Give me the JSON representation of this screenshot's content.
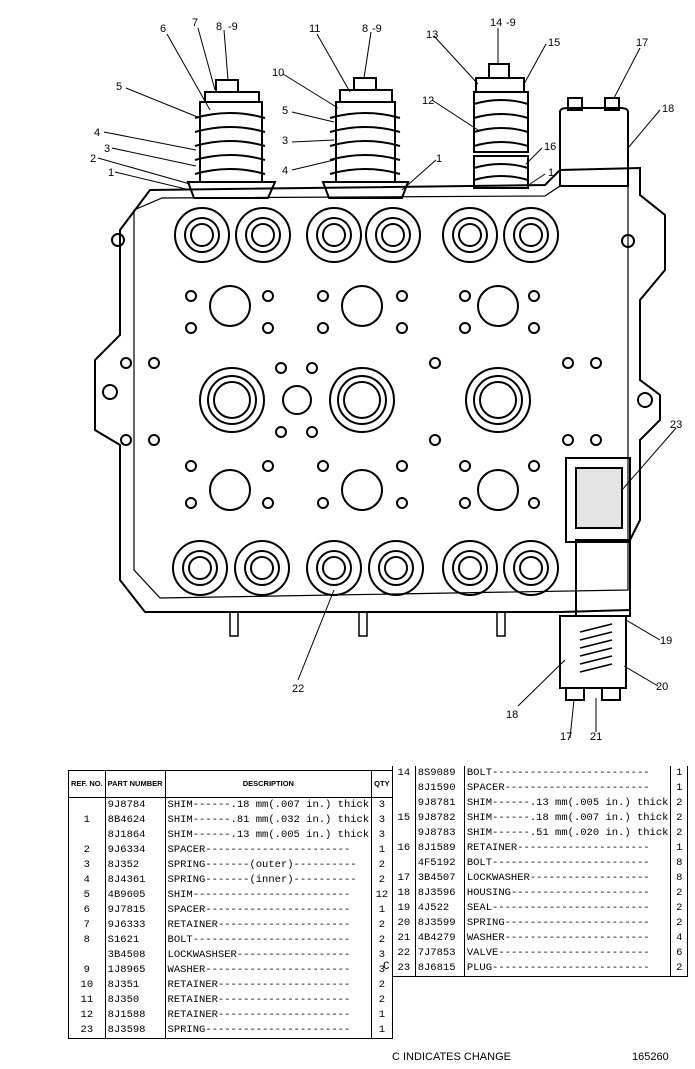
{
  "callouts": {
    "c14": "14",
    "c14b": "-9",
    "c13": "13",
    "c15": "15",
    "c17a": "17",
    "c18a": "18",
    "c12": "12",
    "c16": "16",
    "c1r": "1",
    "c7": "7",
    "c6": "6",
    "c8a": "8",
    "c9a": "-9",
    "c5a": "5",
    "c4a": "4",
    "c3a": "3",
    "c2a": "2",
    "c1a": "1",
    "c11": "11",
    "c8b": "8",
    "c9b": "-9",
    "c10": "10",
    "c5b": "5",
    "c3b": "3",
    "c4b": "4",
    "c1b": "1",
    "c23": "23",
    "c19": "19",
    "c20": "20",
    "c18b": "18",
    "c17b": "17",
    "c21": "21",
    "c22": "22"
  },
  "left_table": {
    "headers": {
      "ref": "REF. NO.",
      "part": "PART NUMBER",
      "desc": "DESCRIPTION",
      "qty": "QTY"
    },
    "rows": [
      {
        "ref": "",
        "part": "9J8784",
        "desc": "SHIM------.18 mm(.007 in.) thick",
        "qty": "3"
      },
      {
        "ref": "1",
        "part": "8B4624",
        "desc": "SHIM------.81 mm(.032 in.) thick",
        "qty": "3"
      },
      {
        "ref": "",
        "part": "8J1864",
        "desc": "SHIM------.13 mm(.005 in.) thick",
        "qty": "3"
      },
      {
        "ref": "2",
        "part": "9J6334",
        "desc": "SPACER-----------------------",
        "qty": "1"
      },
      {
        "ref": "3",
        "part": "8J352",
        "desc": "SPRING-------(outer)----------",
        "qty": "2"
      },
      {
        "ref": "4",
        "part": "8J4361",
        "desc": "SPRING-------(inner)----------",
        "qty": "2"
      },
      {
        "ref": "5",
        "part": "4B9605",
        "desc": "SHIM-------------------------",
        "qty": "12"
      },
      {
        "ref": "6",
        "part": "9J7815",
        "desc": "SPACER-----------------------",
        "qty": "1"
      },
      {
        "ref": "7",
        "part": "9J6333",
        "desc": "RETAINER---------------------",
        "qty": "2"
      },
      {
        "ref": "8",
        "part": "S1621",
        "desc": "BOLT-------------------------",
        "qty": "2"
      },
      {
        "ref": "",
        "part": "3B4508",
        "desc": "LOCKWASHSER------------------",
        "qty": "3"
      },
      {
        "ref": "9",
        "part": "1J8965",
        "desc": "WASHER-----------------------",
        "qty": "3"
      },
      {
        "ref": "10",
        "part": "8J351",
        "desc": "RETAINER---------------------",
        "qty": "2"
      },
      {
        "ref": "11",
        "part": "8J350",
        "desc": "RETAINER---------------------",
        "qty": "2"
      },
      {
        "ref": "12",
        "part": "8J1588",
        "desc": "RETAINER---------------------",
        "qty": "1"
      },
      {
        "ref": "23",
        "part": "8J3598",
        "desc": "SPRING-----------------------",
        "qty": "1"
      }
    ]
  },
  "right_table": {
    "rows": [
      {
        "ref": "14",
        "part": "8S9089",
        "desc": "BOLT-------------------------",
        "qty": "1"
      },
      {
        "ref": "",
        "part": "8J1590",
        "desc": "SPACER-----------------------",
        "qty": "1"
      },
      {
        "ref": "",
        "part": "9J8781",
        "desc": "SHIM------.13 mm(.005 in.) thick",
        "qty": "2"
      },
      {
        "ref": "15",
        "part": "9J8782",
        "desc": "SHIM------.18 mm(.007 in.) thick",
        "qty": "2"
      },
      {
        "ref": "",
        "part": "9J8783",
        "desc": "SHIM------.51 mm(.020 in.) thick",
        "qty": "2"
      },
      {
        "ref": "16",
        "part": "8J1589",
        "desc": "RETAINER---------------------",
        "qty": "1"
      },
      {
        "ref": "",
        "part": "4F5192",
        "desc": "BOLT-------------------------",
        "qty": "8"
      },
      {
        "ref": "17",
        "part": "3B4507",
        "desc": "LOCKWASHER-------------------",
        "qty": "8"
      },
      {
        "ref": "18",
        "part": "8J3596",
        "desc": "HOUSING----------------------",
        "qty": "2"
      },
      {
        "ref": "19",
        "part": "4J522",
        "desc": "SEAL-------------------------",
        "qty": "2"
      },
      {
        "ref": "20",
        "part": "8J3599",
        "desc": "SPRING-----------------------",
        "qty": "2"
      },
      {
        "ref": "21",
        "part": "4B4279",
        "desc": "WASHER-----------------------",
        "qty": "4"
      },
      {
        "ref": "22",
        "part": "7J7853",
        "desc": "VALVE------------------------",
        "qty": "6"
      },
      {
        "ref": "23",
        "part": "8J6815",
        "desc": "PLUG-------------------------",
        "qty": "2"
      }
    ],
    "change_marker": "C"
  },
  "footer": {
    "change_note": "C INDICATES CHANGE",
    "illustration_id": "165260"
  }
}
